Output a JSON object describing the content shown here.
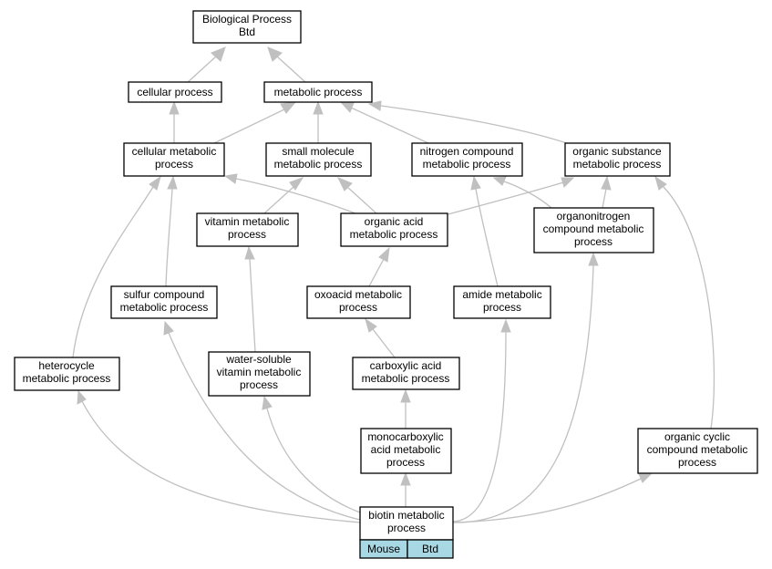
{
  "nodes": {
    "bp": [
      "Biological Process",
      "Btd"
    ],
    "cellular_process": [
      "cellular process"
    ],
    "metabolic_process": [
      "metabolic process"
    ],
    "cellular_metabolic": [
      "cellular metabolic",
      "process"
    ],
    "small_molecule": [
      "small molecule",
      "metabolic process"
    ],
    "nitrogen_compound": [
      "nitrogen compound",
      "metabolic process"
    ],
    "organic_substance": [
      "organic substance",
      "metabolic process"
    ],
    "vitamin_metabolic": [
      "vitamin metabolic",
      "process"
    ],
    "organic_acid": [
      "organic acid",
      "metabolic process"
    ],
    "organonitrogen": [
      "organonitrogen",
      "compound metabolic",
      "process"
    ],
    "sulfur_compound": [
      "sulfur compound",
      "metabolic process"
    ],
    "oxoacid": [
      "oxoacid metabolic",
      "process"
    ],
    "amide": [
      "amide metabolic",
      "process"
    ],
    "heterocycle": [
      "heterocycle",
      "metabolic process"
    ],
    "water_soluble": [
      "water-soluble",
      "vitamin metabolic",
      "process"
    ],
    "carboxylic_acid": [
      "carboxylic acid",
      "metabolic process"
    ],
    "monocarboxylic": [
      "monocarboxylic",
      "acid metabolic",
      "process"
    ],
    "organic_cyclic": [
      "organic cyclic",
      "compound metabolic",
      "process"
    ],
    "biotin": [
      "biotin metabolic",
      "process"
    ]
  },
  "legend": {
    "left": "Mouse",
    "right": "Btd"
  },
  "colors": {
    "edge": "#c0c0c0",
    "legend_fill": "#a8d8e4"
  }
}
